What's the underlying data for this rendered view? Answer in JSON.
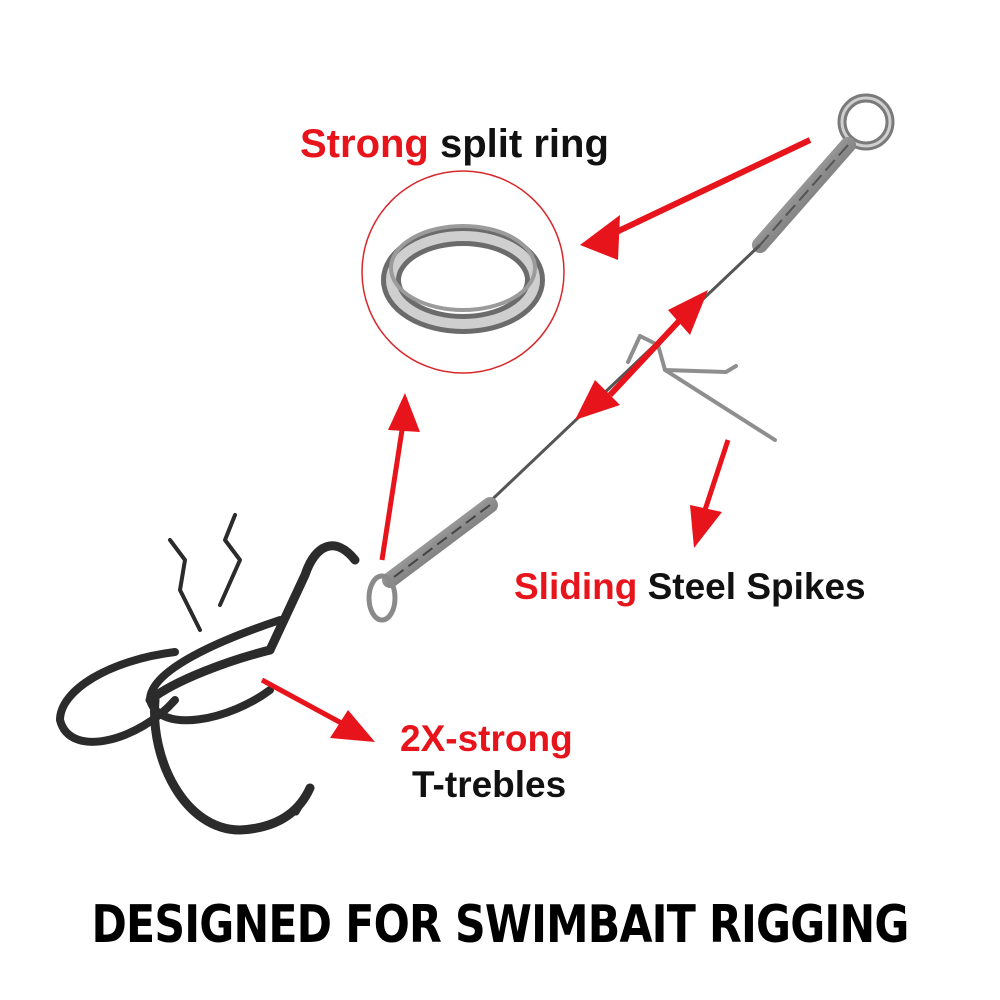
{
  "callouts": {
    "split_ring": {
      "accent": "Strong",
      "rest": "split ring"
    },
    "spikes": {
      "accent": "Sliding",
      "rest": "Steel Spikes"
    },
    "trebles": {
      "accent": "2X-strong",
      "rest": "T-trebles"
    }
  },
  "banner": "DESIGNED FOR SWIMBAIT RIGGING",
  "colors": {
    "accent": "#e8141b",
    "metal": "#2b2b2b",
    "steel": "#9a9a9a"
  }
}
